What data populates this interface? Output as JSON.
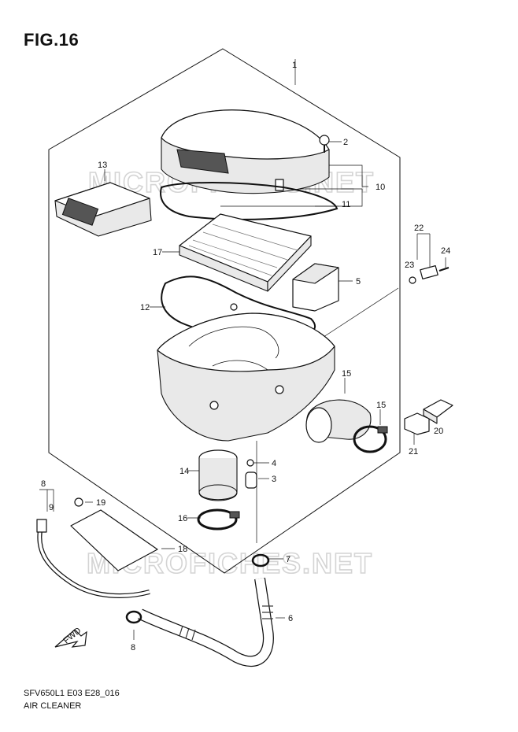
{
  "figure": {
    "title": "FIG.16",
    "code": "SFV650L1 E03 E28_016",
    "name": "AIR CLEANER",
    "watermark": "MICROFICHES.NET",
    "fwd_label": "FWD"
  },
  "callouts": [
    "1",
    "2",
    "3",
    "4",
    "5",
    "6",
    "7",
    "8",
    "8",
    "9",
    "10",
    "11",
    "12",
    "13",
    "14",
    "15",
    "15",
    "16",
    "17",
    "18",
    "19",
    "20",
    "21",
    "22",
    "23",
    "24"
  ]
}
